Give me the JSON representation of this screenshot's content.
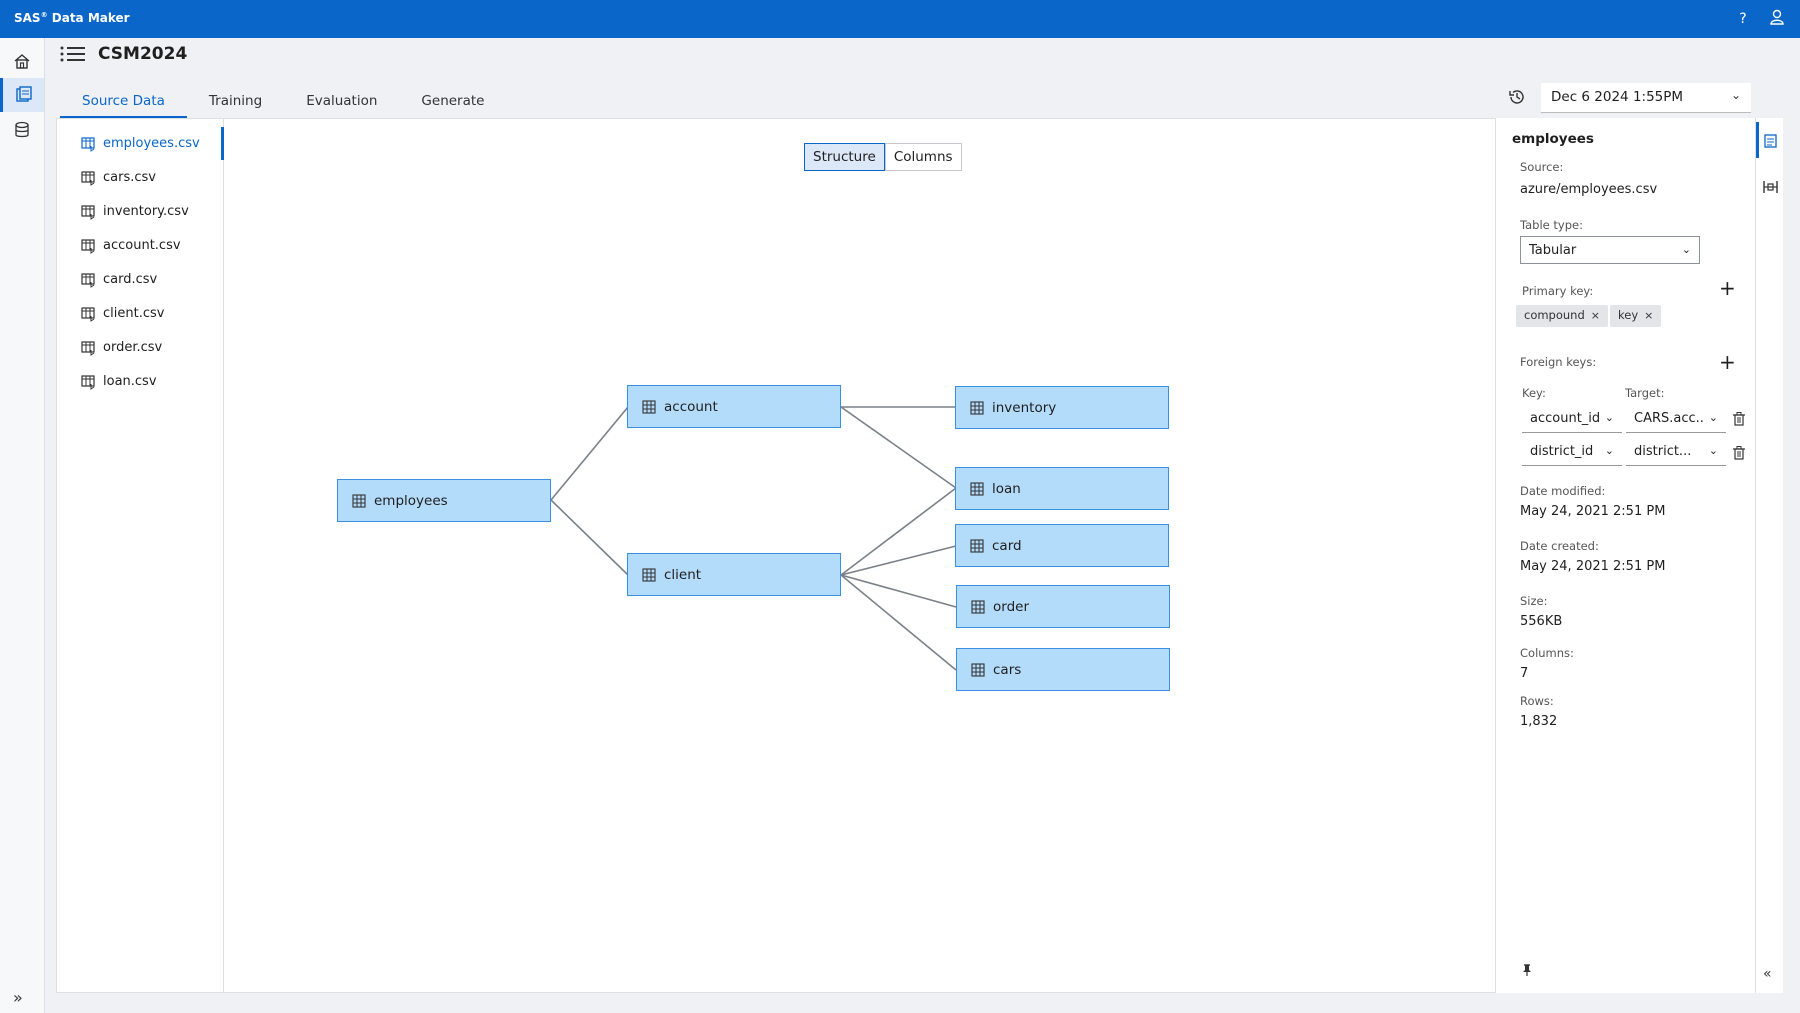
{
  "app": {
    "brand": "SAS",
    "brand_mark": "®",
    "brand_suffix": " Data Maker"
  },
  "project": {
    "title": "CSM2024"
  },
  "tabs": [
    {
      "label": "Source Data",
      "active": true
    },
    {
      "label": "Training"
    },
    {
      "label": "Evaluation"
    },
    {
      "label": "Generate"
    }
  ],
  "version_select": {
    "value": "Dec 6 2024 1:55PM"
  },
  "files": [
    {
      "label": "employees.csv",
      "active": true
    },
    {
      "label": "cars.csv"
    },
    {
      "label": "inventory.csv"
    },
    {
      "label": "account.csv"
    },
    {
      "label": "card.csv"
    },
    {
      "label": "client.csv"
    },
    {
      "label": "order.csv"
    },
    {
      "label": "loan.csv"
    }
  ],
  "view_toggle": {
    "structure": "Structure",
    "columns": "Columns",
    "selected": "Structure"
  },
  "diagram": {
    "nodes": {
      "employees": "employees",
      "account": "account",
      "client": "client",
      "inventory": "inventory",
      "loan": "loan",
      "card": "card",
      "order": "order",
      "cars": "cars"
    }
  },
  "properties": {
    "title": "employees",
    "source_label": "Source:",
    "source_value": "azure/employees.csv",
    "table_type_label": "Table type:",
    "table_type_value": "Tabular",
    "primary_key_label": "Primary key:",
    "primary_keys": [
      "compound",
      "key"
    ],
    "foreign_keys_label": "Foreign keys:",
    "fk_key_header": "Key:",
    "fk_target_header": "Target:",
    "foreign_keys": [
      {
        "key": "account_id",
        "target": "CARS.acc.."
      },
      {
        "key": "district_id",
        "target": "district..."
      }
    ],
    "date_modified_label": "Date modified:",
    "date_modified": "May 24, 2021 2:51 PM",
    "date_created_label": "Date created:",
    "date_created": "May 24, 2021 2:51 PM",
    "size_label": "Size:",
    "size": "556KB",
    "columns_label": "Columns:",
    "columns": "7",
    "rows_label": "Rows:",
    "rows": "1,832"
  },
  "colors": {
    "accent": "#0a66c8",
    "node_fill": "#b3dbfa",
    "node_border": "#3a8fe0",
    "edge": "#7a8088"
  }
}
